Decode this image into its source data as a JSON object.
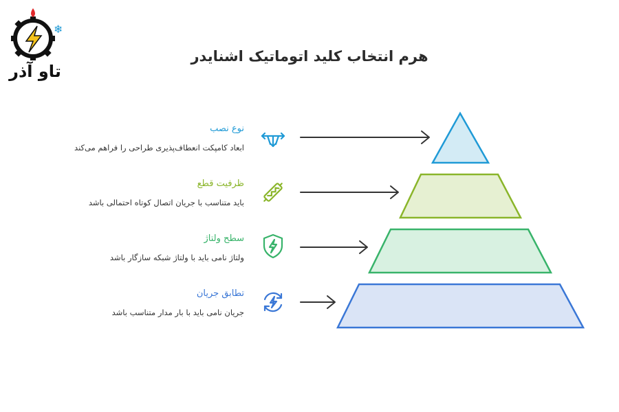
{
  "logo": {
    "text": "تاو آذر"
  },
  "title": "هرم انتخاب کلید اتوماتیک اشنایدر",
  "levels": [
    {
      "title": "نوع نصب",
      "description": "ابعاد کامپکت انعطاف‌پذیری طراحی را فراهم می‌کند",
      "color": "#1f9ad6",
      "fill": "#d3ebf5",
      "icon": "mount-arrows-icon"
    },
    {
      "title": "ظرفیت قطع",
      "description": "باید متناسب با جریان اتصال کوتاه احتمالی باشد",
      "color": "#8ab52a",
      "fill": "#e6f0d2",
      "icon": "fuse-icon"
    },
    {
      "title": "سطح ولتاژ",
      "description": "ولتاژ نامی باید با ولتاژ شبکه سازگار باشد",
      "color": "#38b36a",
      "fill": "#d8f1e1",
      "icon": "shield-lightning-icon"
    },
    {
      "title": "تطابق جریان",
      "description": "جریان نامی باید با بار مدار متناسب باشد",
      "color": "#3a77d6",
      "fill": "#dae4f6",
      "icon": "refresh-lightning-icon"
    }
  ]
}
